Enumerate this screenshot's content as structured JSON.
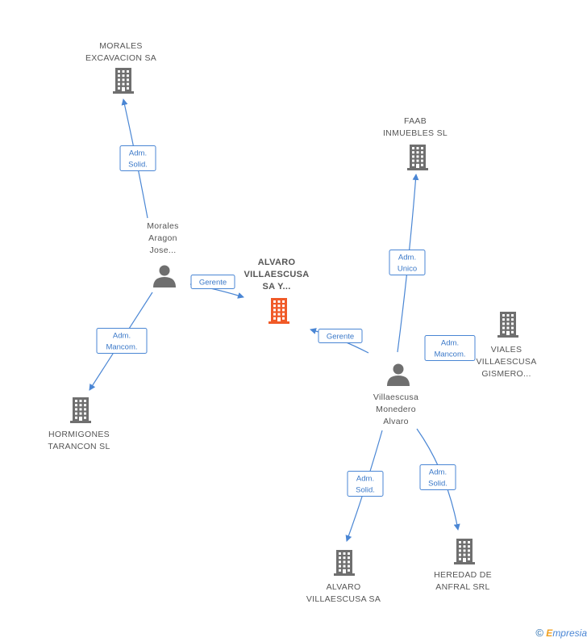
{
  "nodes": [
    {
      "id": "center",
      "type": "company",
      "highlight": true,
      "label_lines": [
        "ALVARO",
        "VILLAESCUSA",
        "SA Y..."
      ]
    },
    {
      "id": "morales_exc",
      "type": "company",
      "label_lines": [
        "MORALES",
        "EXCAVACION SA"
      ]
    },
    {
      "id": "faab",
      "type": "company",
      "label_lines": [
        "FAAB",
        "INMUEBLES SL"
      ]
    },
    {
      "id": "morales_person",
      "type": "person",
      "label_lines": [
        "Morales",
        "Aragon",
        "Jose..."
      ]
    },
    {
      "id": "viales",
      "type": "company",
      "label_lines": [
        "VIALES",
        "VILLAESCUSA",
        "GISMERO..."
      ]
    },
    {
      "id": "villaescusa_person",
      "type": "person",
      "label_lines": [
        "Villaescusa",
        "Monedero",
        "Alvaro"
      ]
    },
    {
      "id": "hormigones",
      "type": "company",
      "label_lines": [
        "HORMIGONES",
        "TARANCON SL"
      ]
    },
    {
      "id": "alvaro_sa",
      "type": "company",
      "label_lines": [
        "ALVARO",
        "VILLAESCUSA SA"
      ]
    },
    {
      "id": "heredad",
      "type": "company",
      "label_lines": [
        "HEREDAD DE",
        "ANFRAL SRL"
      ]
    }
  ],
  "edges": [
    {
      "from": "morales_person",
      "to": "morales_exc",
      "label_lines": [
        "Adm.",
        "Solid."
      ]
    },
    {
      "from": "morales_person",
      "to": "center",
      "label_lines": [
        "Gerente"
      ]
    },
    {
      "from": "morales_person",
      "to": "hormigones",
      "label_lines": [
        "Adm.",
        "Mancom."
      ]
    },
    {
      "from": "villaescusa_person",
      "to": "faab",
      "label_lines": [
        "Adm.",
        "Unico"
      ]
    },
    {
      "from": "villaescusa_person",
      "to": "center",
      "label_lines": [
        "Gerente"
      ]
    },
    {
      "from": "villaescusa_person",
      "to": "viales",
      "label_lines": [
        "Adm.",
        "Mancom."
      ]
    },
    {
      "from": "villaescusa_person",
      "to": "alvaro_sa",
      "label_lines": [
        "Adm.",
        "Solid."
      ]
    },
    {
      "from": "villaescusa_person",
      "to": "heredad",
      "label_lines": [
        "Adm.",
        "Solid."
      ]
    }
  ],
  "colors": {
    "edge": "#4a86d4",
    "company_icon": "#6f6f6f",
    "highlight_icon": "#f05a28",
    "person_icon": "#6f6f6f"
  },
  "footer": {
    "copyright": "©",
    "brand_first": "E",
    "brand_rest": "mpresia"
  }
}
